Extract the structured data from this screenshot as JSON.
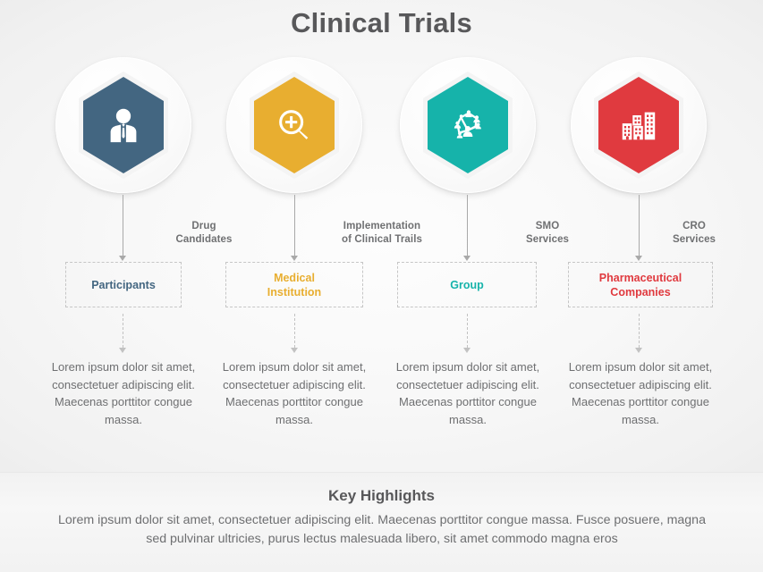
{
  "header": {
    "title": "Clinical Trials"
  },
  "colors": {
    "node_1": "#436681",
    "node_2": "#E8AE30",
    "node_3": "#16B3AA",
    "node_4": "#E03A3F",
    "text_gray": "#6e6f71",
    "title_gray": "#58585a",
    "connector_solid": "#a9a9a9",
    "connector_dashed": "#c2c2c2",
    "box_border": "#c6c6c6"
  },
  "nodes": [
    {
      "icon": "businessperson-icon",
      "color": "#436681",
      "side_label": "",
      "box_label": "Participants",
      "body": "Lorem ipsum dolor sit amet, consectetuer adipiscing elit. Maecenas porttitor congue massa."
    },
    {
      "icon": "magnifier-plus-icon",
      "color": "#E8AE30",
      "side_label": "Drug Candidates",
      "box_label": "Medical Institution",
      "body": "Lorem ipsum dolor sit amet, consectetuer adipiscing elit. Maecenas porttitor congue massa."
    },
    {
      "icon": "people-network-icon",
      "color": "#16B3AA",
      "side_label": "Implementation of Clinical Trails",
      "box_label": "Group",
      "body": "Lorem ipsum dolor sit amet, consectetuer adipiscing elit. Maecenas porttitor congue massa."
    },
    {
      "icon": "office-buildings-icon",
      "color": "#E03A3F",
      "side_label": "SMO Services",
      "box_label": "Pharmaceutical Companies",
      "body": "Lorem ipsum dolor sit amet, consectetuer adipiscing elit. Maecenas porttitor congue massa."
    }
  ],
  "side_labels": [
    {
      "line1": "Drug",
      "line2": "Candidates"
    },
    {
      "line1": "Implementation",
      "line2": "of Clinical  Trails"
    },
    {
      "line1": "SMO",
      "line2": "Services"
    },
    {
      "line1": "CRO",
      "line2": "Services"
    }
  ],
  "box_labels": [
    {
      "line1": "Participants",
      "line2": ""
    },
    {
      "line1": "Medical",
      "line2": "Institution"
    },
    {
      "line1": "Group",
      "line2": ""
    },
    {
      "line1": "Pharmaceutical",
      "line2": "Companies"
    }
  ],
  "footer": {
    "title": "Key Highlights",
    "body": "Lorem ipsum dolor sit amet, consectetuer adipiscing elit. Maecenas porttitor congue massa. Fusce posuere, magna sed pulvinar ultricies, purus lectus malesuada libero, sit amet commodo magna eros"
  }
}
